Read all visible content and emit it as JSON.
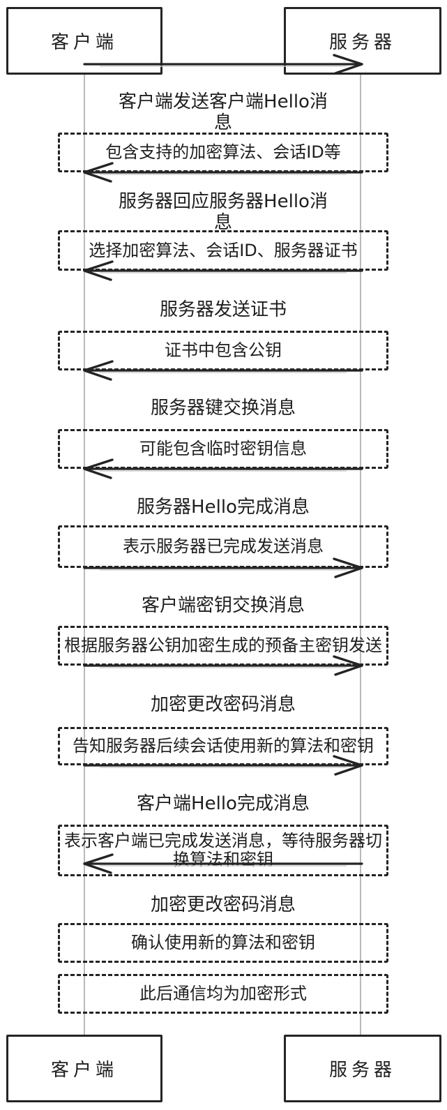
{
  "diagram": {
    "title_hint": "TLS handshake sequence diagram",
    "colors": {
      "stroke": "#242424",
      "lifeline": "#b9b9b9",
      "background": "#ffffff",
      "text": "#1e1e1e"
    },
    "actors": {
      "client": "客户端",
      "server": "服务器"
    },
    "top_arrow": {
      "direction": "right"
    },
    "sections": [
      {
        "label": "客户端发送客户端Hello消\n息",
        "note": "包含支持的加密算法、会话ID等",
        "arrow": "left"
      },
      {
        "label": "服务器回应服务器Hello消\n息",
        "note": "选择加密算法、会话ID、服务器证书",
        "arrow": "left"
      },
      {
        "label": "服务器发送证书",
        "note": "证书中包含公钥",
        "arrow": "left"
      },
      {
        "label": "服务器键交换消息",
        "note": "可能包含临时密钥信息",
        "arrow": "left"
      },
      {
        "label": "服务器Hello完成消息",
        "note": "表示服务器已完成发送消息",
        "arrow": "right"
      },
      {
        "label": "客户端密钥交换消息",
        "note": "根据服务器公钥加密生成的预备主密钥发送",
        "arrow": "right"
      },
      {
        "label": "加密更改密码消息",
        "note": "告知服务器后续会话使用新的算法和密钥",
        "arrow": "right"
      },
      {
        "label": "客户端Hello完成消息",
        "note": "表示客户端已完成发送消息，等待服务器切\n换算法和密钥",
        "arrow": "left"
      },
      {
        "label": "加密更改密码消息",
        "note": "确认使用新的算法和密钥",
        "arrow": "none"
      },
      {
        "label": "",
        "note": "此后通信均为加密形式",
        "arrow": "none"
      }
    ]
  }
}
